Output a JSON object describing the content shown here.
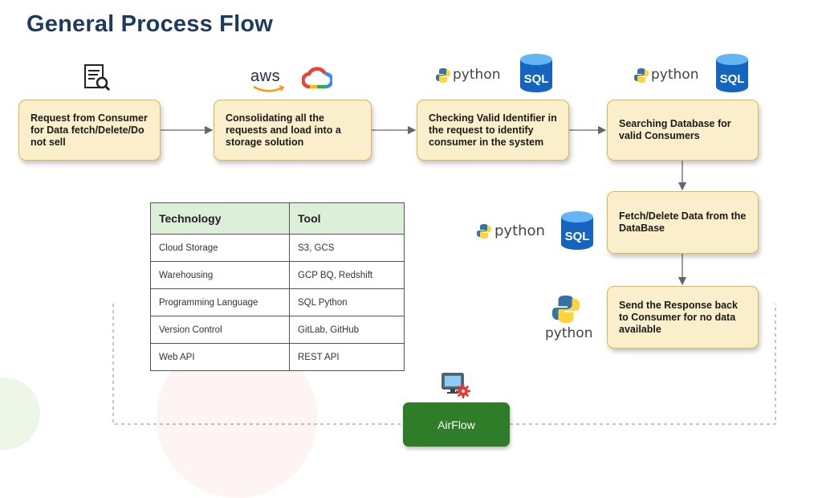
{
  "title": "General Process Flow",
  "steps": [
    {
      "label": "Request from Consumer for Data fetch/Delete/Do not sell"
    },
    {
      "label": "Consolidating all the requests and load into a storage solution"
    },
    {
      "label": "Checking Valid Identifier in the request to identify consumer in the system"
    },
    {
      "label": "Searching Database for valid Consumers"
    },
    {
      "label": "Fetch/Delete Data from the DataBase"
    },
    {
      "label": "Send the Response back to Consumer for no data available"
    }
  ],
  "logos": {
    "aws": "aws",
    "python": "python",
    "sql": "SQL"
  },
  "table": {
    "headers": [
      "Technology",
      "Tool"
    ],
    "rows": [
      [
        "Cloud Storage",
        "S3, GCS"
      ],
      [
        "Warehousing",
        "GCP BQ, Redshift"
      ],
      [
        "Programming Language",
        "SQL Python"
      ],
      [
        "Version Control",
        "GitLab, GitHub"
      ],
      [
        "Web API",
        "REST API"
      ]
    ]
  },
  "airflow": {
    "label": "AirFlow"
  },
  "colors": {
    "title": "#1f3a5f",
    "box_fill": "#fbeecb",
    "box_border": "#d9b85a",
    "table_header": "#dcefd8",
    "airflow": "#2f7d28",
    "sql_blue": "#1565c0",
    "python_blue": "#3572a5",
    "python_yellow": "#ffd43b"
  }
}
